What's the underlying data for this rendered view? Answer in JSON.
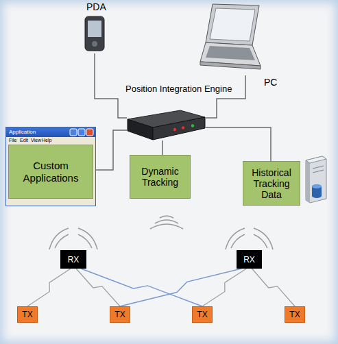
{
  "diagram": {
    "nodes": [
      {
        "text": [
          "PDA"
        ]
      },
      {
        "text": [
          "PC"
        ]
      },
      {
        "text": [
          "Position Integration Engine"
        ]
      },
      {
        "text": [
          "Custom Applications"
        ]
      },
      {
        "text": [
          "Dynamic Tracking"
        ]
      },
      {
        "text": [
          "Historical Tracking Data"
        ]
      },
      {
        "text": [
          "RX"
        ]
      },
      {
        "text": [
          "RX"
        ]
      },
      {
        "text": [
          "TX"
        ]
      },
      {
        "text": [
          "TX"
        ]
      },
      {
        "text": [
          "TX"
        ]
      },
      {
        "text": [
          "TX"
        ]
      }
    ],
    "edges": [
      {
        "from": 0,
        "to": 2,
        "arrow": "none"
      },
      {
        "from": 1,
        "to": 2,
        "arrow": "none"
      },
      {
        "from": 3,
        "to": 2,
        "arrow": "none"
      },
      {
        "from": 4,
        "to": 2,
        "arrow": "none"
      },
      {
        "from": 5,
        "to": 2,
        "arrow": "none"
      },
      {
        "from": 6,
        "to": 8,
        "arrow": "none"
      },
      {
        "from": 6,
        "to": 9,
        "arrow": "none"
      },
      {
        "from": 6,
        "to": 10,
        "arrow": "none"
      },
      {
        "from": 7,
        "to": 9,
        "arrow": "none"
      },
      {
        "from": 7,
        "to": 10,
        "arrow": "none"
      },
      {
        "from": 7,
        "to": 11,
        "arrow": "none"
      }
    ],
    "labels": [
      "Application",
      "File",
      "Edit",
      "View",
      "Help"
    ]
  }
}
